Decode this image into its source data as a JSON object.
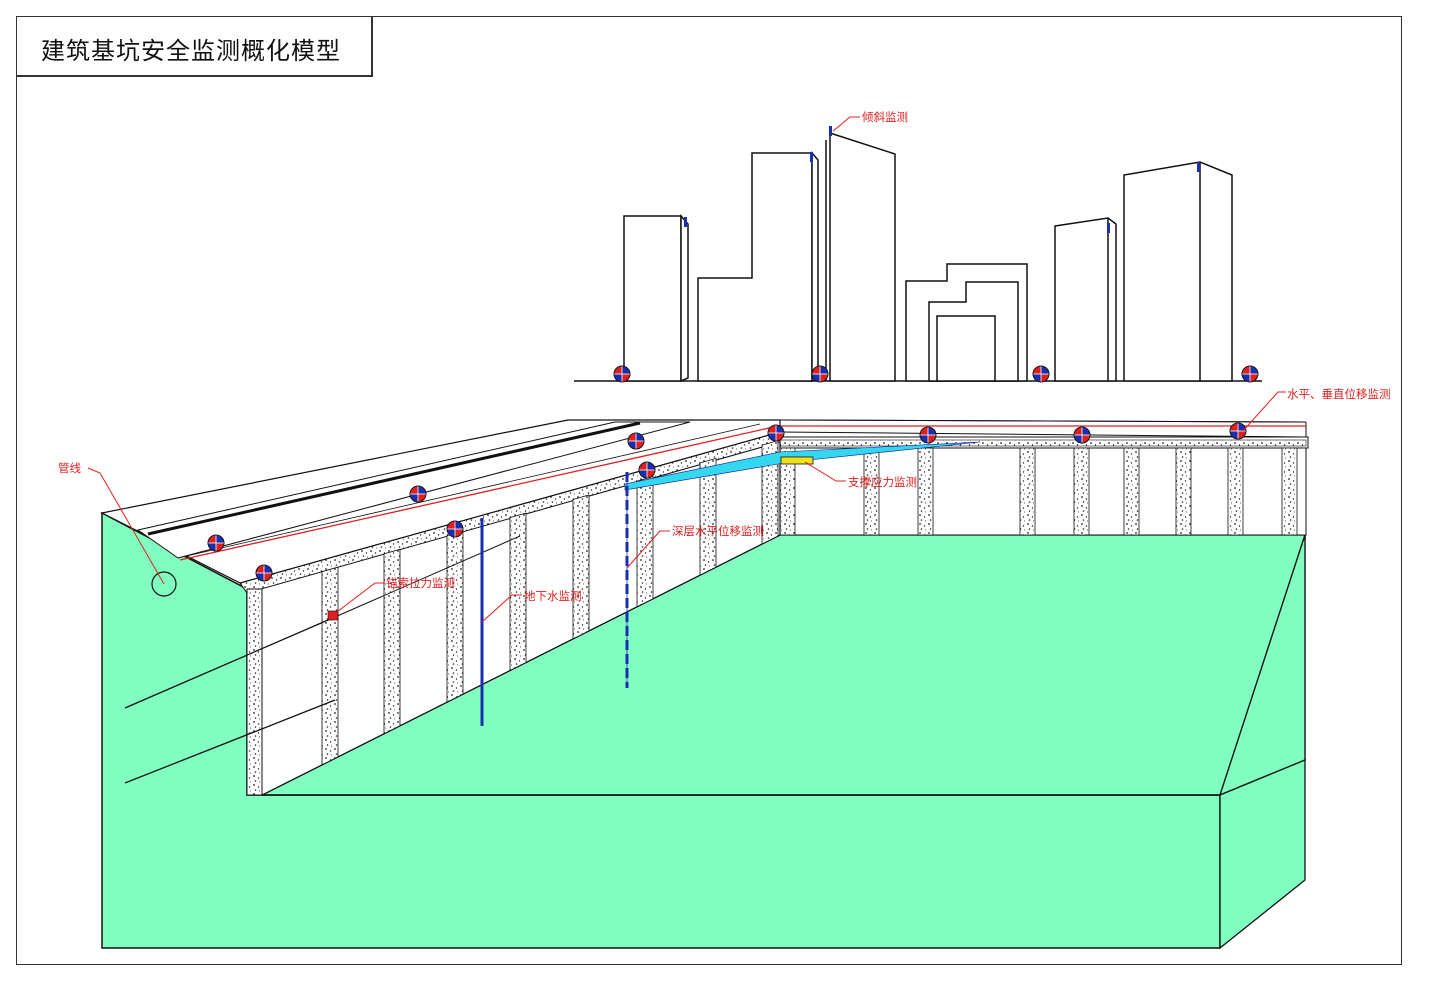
{
  "title": "建筑基坑安全监测概化模型",
  "labels": {
    "tilt": "倾斜监测",
    "displacement": "水平、垂直位移监测",
    "pipeline": "管线",
    "strut": "支撑应力监测",
    "deep": "深层水平位移监测",
    "anchor": "锚索拉力监测",
    "groundwater": "地下水监测"
  },
  "colors": {
    "soil": "#80ffc0",
    "label_red": "#e02020",
    "marker_red": "#e02020",
    "marker_blue": "#1a2fb0",
    "water": "#33d8f0",
    "strut_yellow": "#f0e020"
  }
}
